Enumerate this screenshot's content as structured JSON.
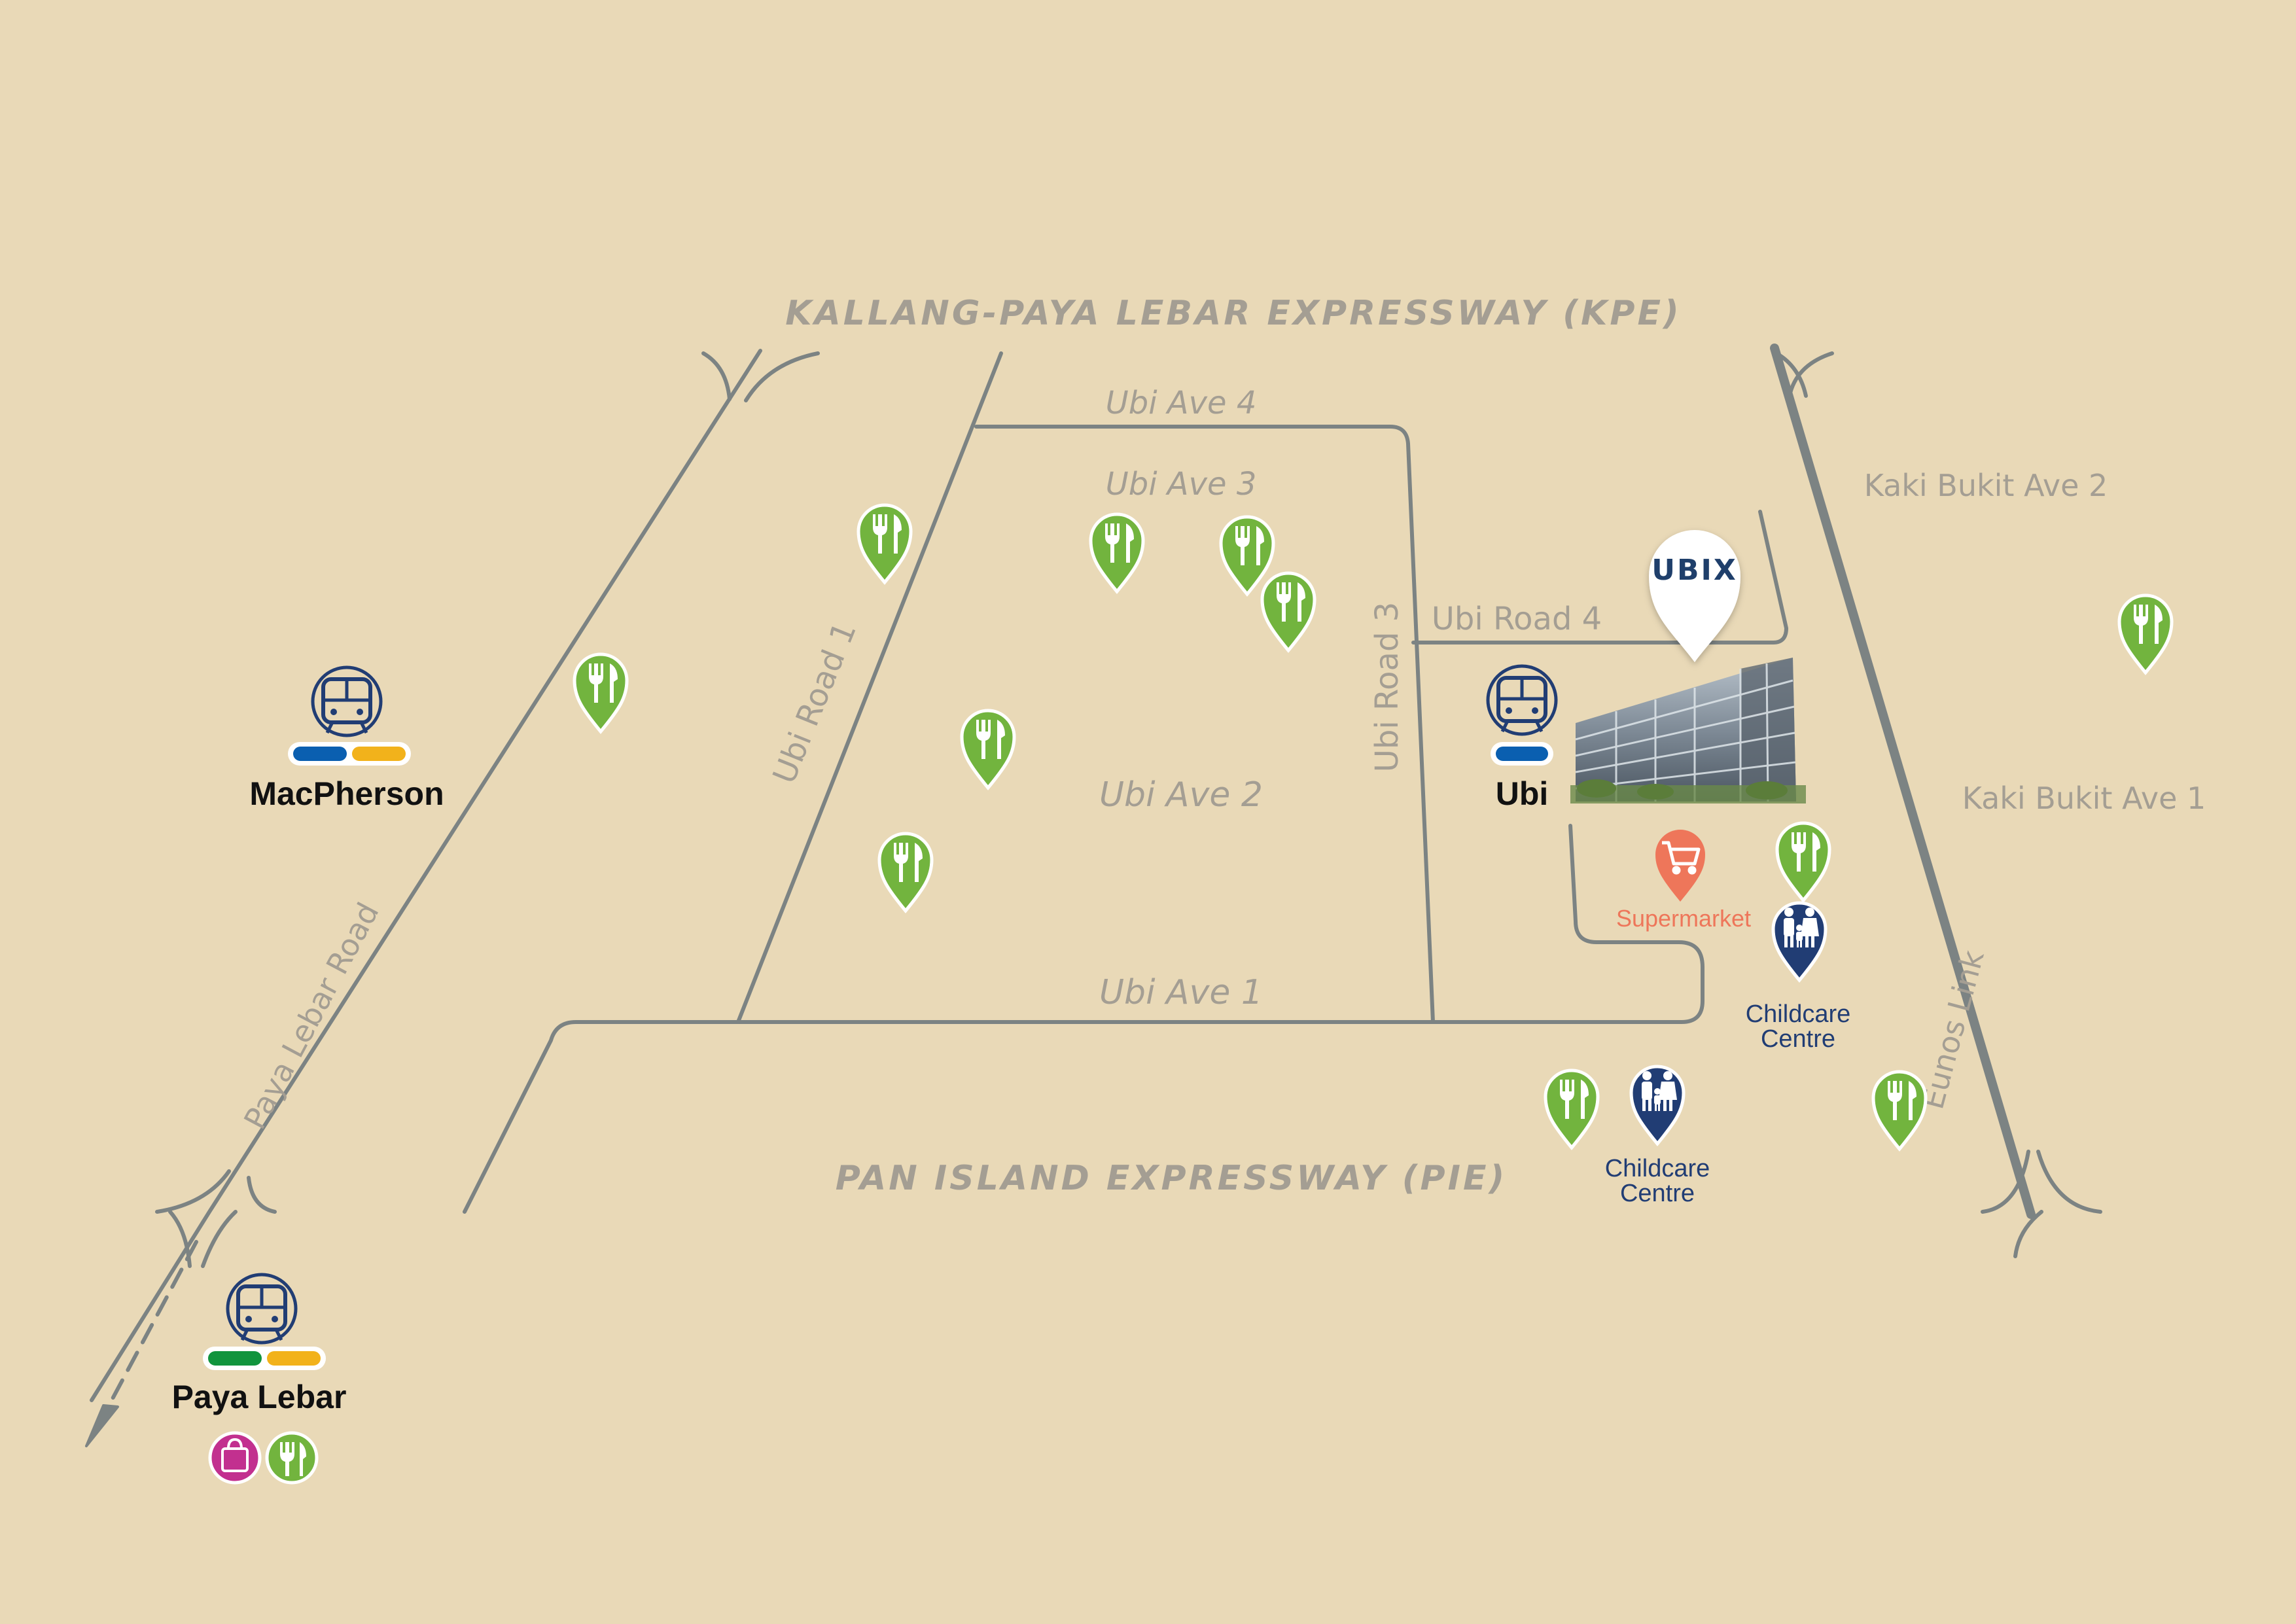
{
  "expressways": {
    "kpe": "KALLANG-PAYA LEBAR EXPRESSWAY (KPE)",
    "pie": "PAN ISLAND EXPRESSWAY (PIE)"
  },
  "roads": {
    "ubi_ave_4": "Ubi Ave 4",
    "ubi_ave_3": "Ubi Ave 3",
    "ubi_ave_2": "Ubi Ave 2",
    "ubi_ave_1": "Ubi Ave 1",
    "ubi_road_1": "Ubi Road 1",
    "ubi_road_3": "Ubi Road 3",
    "ubi_road_4": "Ubi Road 4",
    "kaki_bukit_ave_2": "Kaki Bukit Ave 2",
    "kaki_bukit_ave_1": "Kaki Bukit Ave 1",
    "paya_lebar_road": "Paya Lebar Road",
    "eunos_link": "Eunos Link"
  },
  "stations": {
    "macpherson": "MacPherson",
    "ubi": "Ubi",
    "paya_lebar": "Paya Lebar"
  },
  "pois": {
    "supermarket": "Supermarket",
    "childcare_1_line1": "Childcare",
    "childcare_1_line2": "Centre",
    "childcare_2_line1": "Childcare",
    "childcare_2_line2": "Centre"
  },
  "destination": {
    "brand": "UBIX"
  },
  "colors": {
    "background": "#e9d9b7",
    "road": "#7c8383",
    "road_label": "#a49e93",
    "food": "#72b43e",
    "childcare": "#213d74",
    "supermarket": "#ee765a",
    "shopping": "#c2308f",
    "line_blue": "#0a5fb0",
    "line_yellow": "#f2b21b",
    "line_green": "#11943d",
    "station_icon": "#213d74"
  },
  "icons": {
    "food": "fork-knife-icon",
    "childcare": "family-icon",
    "supermarket": "shopping-cart-icon",
    "shopping": "shopping-bag-icon",
    "mrt": "train-icon"
  }
}
